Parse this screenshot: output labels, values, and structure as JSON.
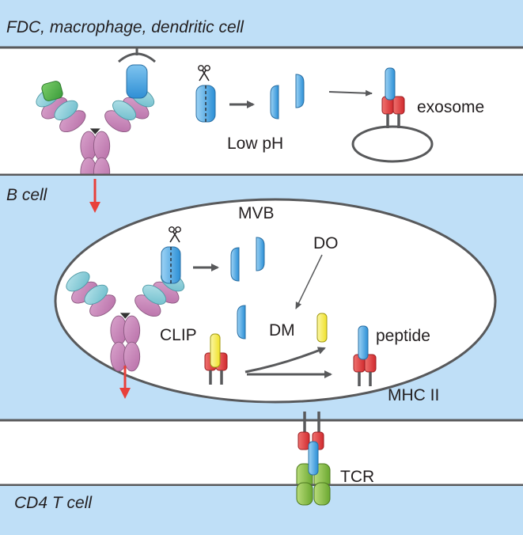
{
  "panels": {
    "top_label": "FDC, macrophage, dendritic cell",
    "b_cell_label": "B cell",
    "t_cell_label": "CD4 T cell"
  },
  "labels": {
    "low_ph": "Low pH",
    "exosome": "exosome",
    "mvb": "MVB",
    "do": "DO",
    "dm": "DM",
    "clip": "CLIP",
    "peptide": "peptide",
    "mhc_ii": "MHC II",
    "tcr": "TCR"
  },
  "colors": {
    "membrane_fill": "#bfdff7",
    "membrane_line": "#58595b",
    "antibody_heavy": "#c68bb8",
    "antibody_light": "#8fcfd9",
    "antigen": "#4fa8e0",
    "bound_antigen": "#5aaee3",
    "mhc": "#e03a3e",
    "clip": "#f5ec3a",
    "tcr": "#8cc63f",
    "arrow_red": "#e8403a",
    "arrow_gray": "#58595b"
  },
  "icons": [
    "scissors-icon",
    "scissors-icon"
  ]
}
